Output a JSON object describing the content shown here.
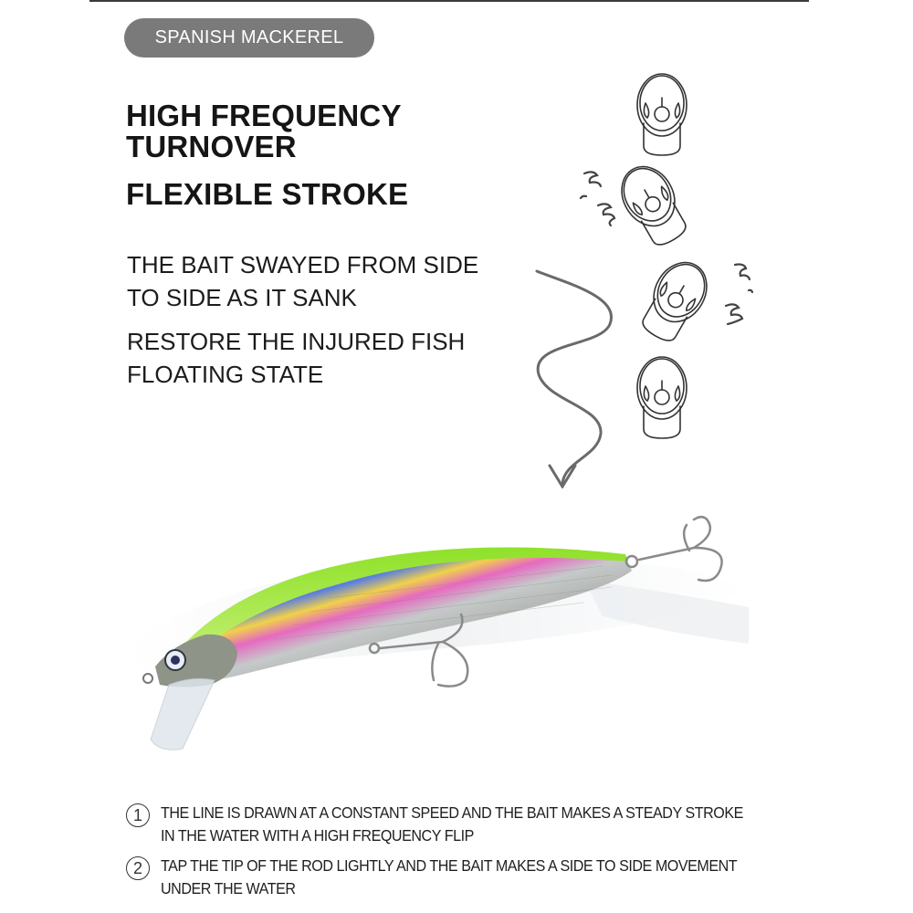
{
  "badge": {
    "label": "SPANISH MACKEREL",
    "color": "#7a7a7a"
  },
  "headings": [
    {
      "line1": "HIGH FREQUENCY",
      "line2": "TURNOVER"
    },
    {
      "line1": "FLEXIBLE STROKE"
    }
  ],
  "paragraphs": [
    {
      "line1": "THE BAIT SWAYED FROM SIDE",
      "line2": "TO SIDE AS IT SANK"
    },
    {
      "line1": "RESTORE THE INJURED FISH",
      "line2": "FLOATING STATE"
    }
  ],
  "illustration": {
    "icons": [
      "lure-front-view-icon",
      "lure-tilted-left-icon",
      "lure-tilted-right-icon",
      "lure-front-view-icon",
      "sinking-path-arrow-icon"
    ]
  },
  "product": {
    "name": "minnow lure",
    "colors": {
      "back": "#7ed321",
      "body": "#c9cccf",
      "hook": "#8a8a8a"
    }
  },
  "steps": [
    {
      "number": "1",
      "line1": "THE LINE IS DRAWN AT A CONSTANT SPEED AND THE BAIT MAKES A STEADY STROKE",
      "line2": "IN THE WATER WITH A HIGH FREQUENCY FLIP"
    },
    {
      "number": "2",
      "line1": "TAP THE TIP OF THE ROD LIGHTLY AND THE BAIT MAKES A SIDE TO SIDE MOVEMENT",
      "line2": "UNDER THE WATER"
    }
  ]
}
